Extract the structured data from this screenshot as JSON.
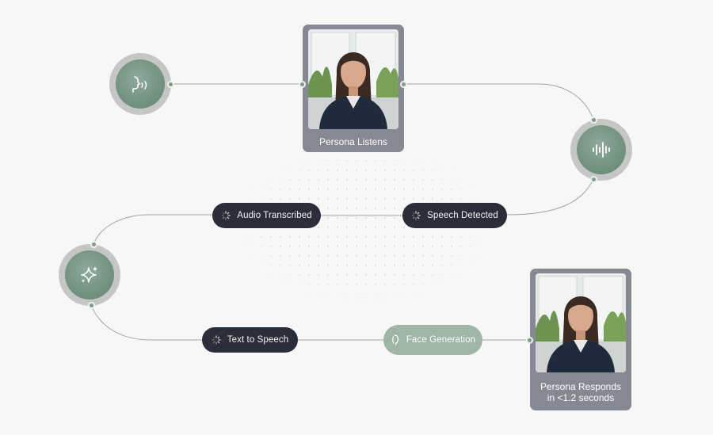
{
  "nodes": {
    "listen": {
      "icon": "speaking-head-icon"
    },
    "speech": {
      "icon": "audio-waveform-icon"
    },
    "ai": {
      "icon": "sparkles-icon"
    }
  },
  "cards": {
    "listens": {
      "label": "Persona Listens"
    },
    "responds": {
      "label_line1": "Persona Responds",
      "label_line2": "in <1.2 seconds"
    }
  },
  "pills": {
    "speech_detected": "Speech Detected",
    "audio_transcribed": "Audio Transcribed",
    "text_to_speech": "Text to Speech",
    "face_generation": "Face Generation"
  },
  "colors": {
    "background": "#f7f7f6",
    "node_green": "#6f8e7c",
    "node_ring": "#c5c7c4",
    "pill_dark": "#2a2d3a",
    "pill_green": "#9fb5a6",
    "card_gray": "#868893",
    "connector": "#a3a6a3"
  }
}
